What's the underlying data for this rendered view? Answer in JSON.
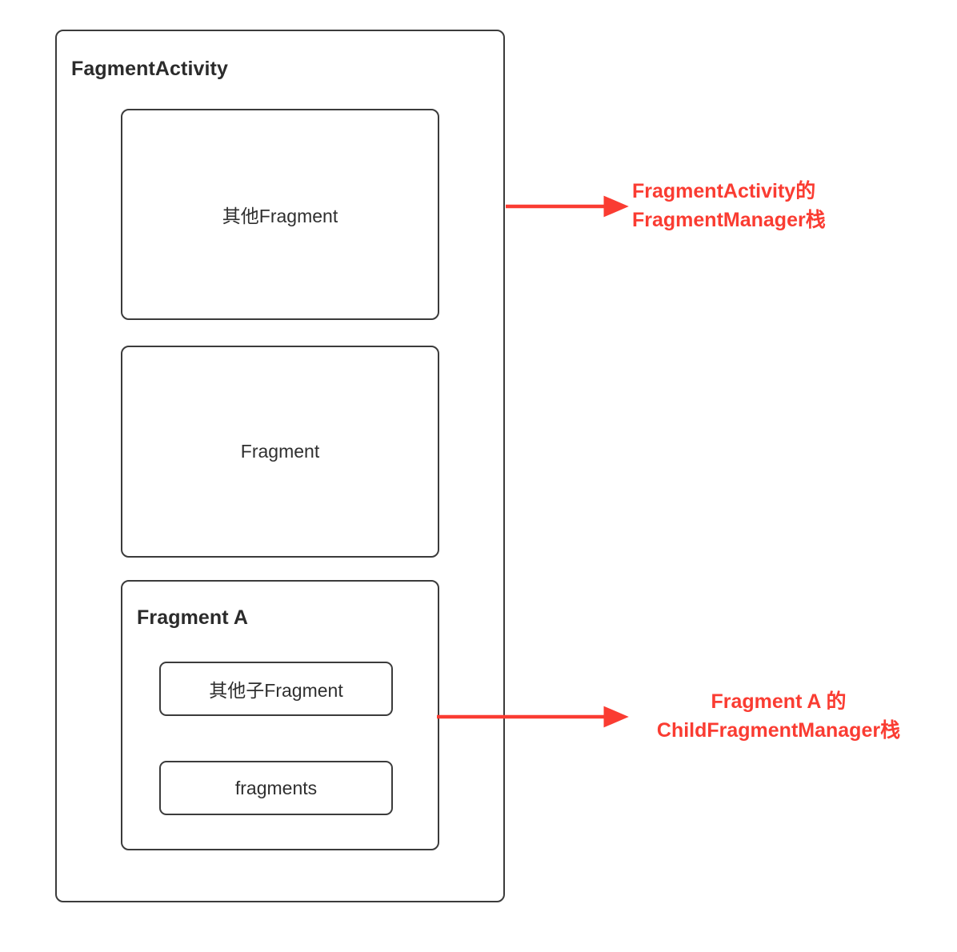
{
  "diagram": {
    "title": "FagmentActivity Fragment stack diagram",
    "accent_color": "#fa3c32",
    "stroke_color": "#3b3b3b",
    "text_color": "#2f2f2f",
    "background_color": "#ffffff"
  },
  "activity": {
    "title": "FagmentActivity",
    "fragments": [
      {
        "label": "其他Fragment"
      },
      {
        "label": "Fragment"
      }
    ],
    "fragment_a": {
      "title": "Fragment A",
      "children": [
        {
          "label": "其他子Fragment"
        },
        {
          "label": "fragments"
        }
      ]
    }
  },
  "annotations": [
    {
      "id": "fragment-manager-stack",
      "line1": "FragmentActivity的",
      "line2": "FragmentManager栈",
      "arrow": "arrow-right-icon"
    },
    {
      "id": "child-fragment-manager-stack",
      "line1": "Fragment A 的",
      "line2": "ChildFragmentManager栈",
      "arrow": "arrow-right-icon"
    }
  ]
}
